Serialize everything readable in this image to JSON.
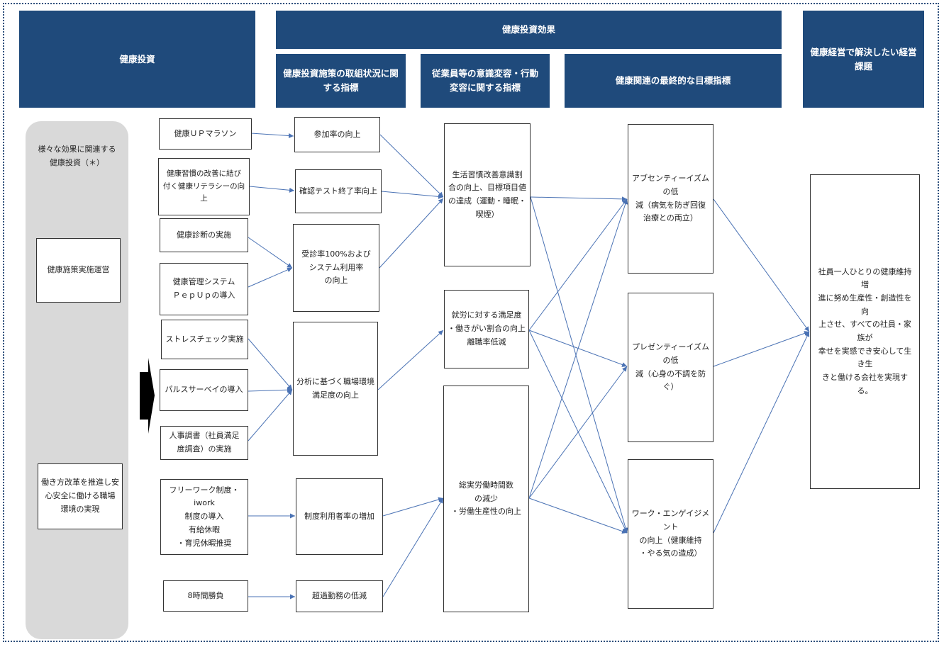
{
  "headers": {
    "kenko_toushi": "健康投資",
    "toushi_kouka": "健康投資効果",
    "shisaku_shihyo": "健康投資施策の取組状況に関する指標",
    "ishiki_shihyo": "従業員等の意識変容・行動変容に関する指標",
    "saishu_shihyo": "健康関連の最終的な目標指標",
    "keiei_kadai": "健康経営で解決したい経営課題"
  },
  "sidebar": {
    "note": "様々な効果に関連する\n健康投資（＊）",
    "unei": "健康施策実施運営",
    "hatarakikata": "働き方改革を推進し安\n心安全に働ける職場\n環境の実現"
  },
  "investments": {
    "up_marathon": "健康ＵＰマラソン",
    "literacy": "健康習慣の改善に結び\n付く健康リテラシーの向上",
    "shindan": "健康診断の実施",
    "pepup": "健康管理システム\nＰｅｐＵｐの導入",
    "stress": "ストレスチェック実施",
    "pulse": "パルスサーベイの導入",
    "jinji": "人事調書（社員満足\n度調査）の実施",
    "freework": "フリーワーク制度・iwork\n制度の導入\n有給休暇\n・育児休暇推奨",
    "hachijikan": "8時間勝負"
  },
  "measures": {
    "sanka": "参加率の向上",
    "kakunin": "確認テスト終了率向上",
    "jushin": "受診率100%および\nシステム利用率\nの向上",
    "shokuba": "分析に基づく職場環境\n満足度の向上",
    "seido": "制度利用者率の増加",
    "choka": "超過勤務の低減"
  },
  "behaviors": {
    "seikatsu": "生活習慣改善意識割\n合の向上、目標項目値\nの達成（運動・睡眠・\n喫煙）",
    "shuro": "就労に対する満足度\n・働きがい割合の向上\n離職率低減",
    "rodo": "総実労働時間数\nの減少\n・労働生産性の向上"
  },
  "goals": {
    "absenteeism": "アブセンティーイズムの低\n減（病気を防ぎ回復\n治療との両立）",
    "presenteeism": "プレゼンティーイズムの低\n減（心身の不調を防\nぐ）",
    "engagement": "ワーク・エンゲイジメント\nの向上（健康維持\n・やる気の造成）"
  },
  "issue": {
    "text": "社員一人ひとりの健康維持増\n進に努め生産性・創造性を向\n上させ、すべての社員・家族が\n幸せを実感でき安心して生き生\nきと働ける会社を実現する。"
  },
  "colors": {
    "header": "#1f4a7b",
    "arrow": "#4a72b4",
    "sidebar": "#d9d9d9"
  }
}
